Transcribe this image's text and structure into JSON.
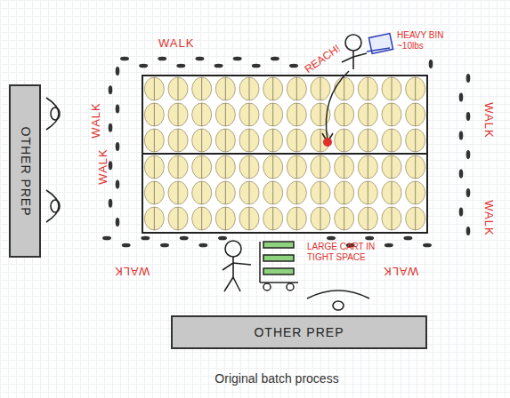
{
  "diagram": {
    "caption": "Original batch process",
    "nodes": [
      {
        "text": [
          "OTHER PREP"
        ]
      },
      {
        "text": [
          "OTHER PREP"
        ]
      }
    ],
    "labels": [
      "WALK",
      "WALK",
      "WALK",
      "WALK",
      "WALK",
      "WALK",
      "WALK",
      "REACH!",
      "HEAVY BIN ~10lbs",
      "LARGE CART IN TIGHT SPACE"
    ]
  }
}
